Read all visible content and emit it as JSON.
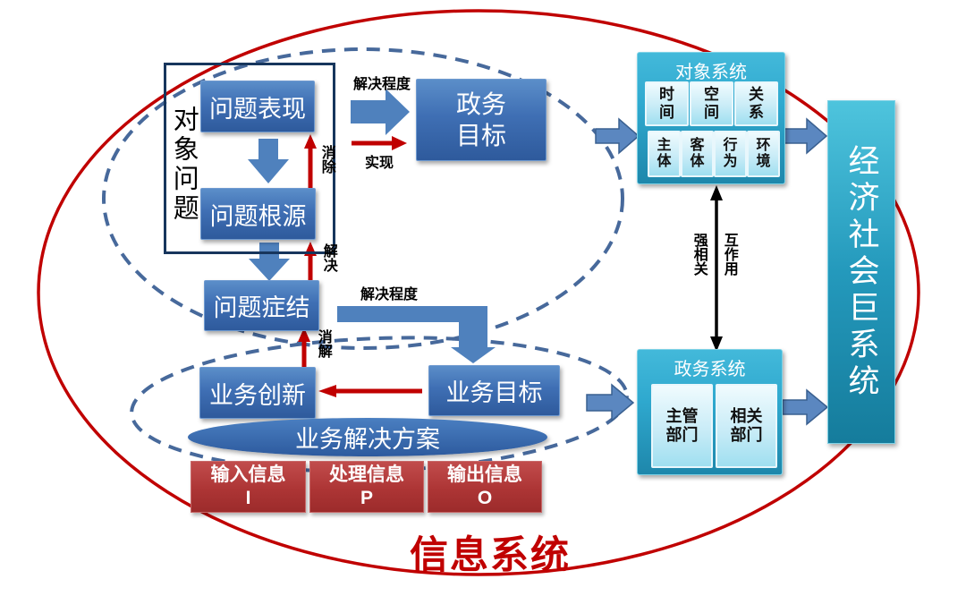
{
  "colors": {
    "red_line": "#c00000",
    "blue_box": "#3f6fb4",
    "teal_box": "#2fa9cf",
    "dashed_blue": "#47699b",
    "red_box": "#ad3535"
  },
  "object_problem": {
    "label": "对象问题",
    "box_top": "问题表现",
    "box_bottom": "问题根源"
  },
  "flow": {
    "gov_goal": "政务\n目标",
    "problem_crux": "问题症结",
    "biz_innovation": "业务创新",
    "biz_goal": "业务目标",
    "biz_solution": "业务解决方案"
  },
  "arrow_labels": {
    "solve_degree_top": "解决程度",
    "realize": "实现",
    "eliminate": "消除",
    "solve": "解决",
    "dissolve": "消解",
    "solve_degree_mid": "解决程度",
    "strong_corr": "强相关",
    "interaction": "互作用"
  },
  "object_system": {
    "title": "对象系统",
    "row1": [
      "时\n间",
      "空\n间",
      "关\n系"
    ],
    "row2": [
      "主\n体",
      "客\n体",
      "行\n为",
      "环\n境"
    ]
  },
  "gov_system": {
    "title": "政务系统",
    "dept_main": "主管\n部门",
    "dept_related": "相关\n部门"
  },
  "giant_system": "经济社会巨系统",
  "info_boxes": [
    "输入信息\nI",
    "处理信息\nP",
    "输出信息\nO"
  ],
  "info_system_label": "信息系统"
}
